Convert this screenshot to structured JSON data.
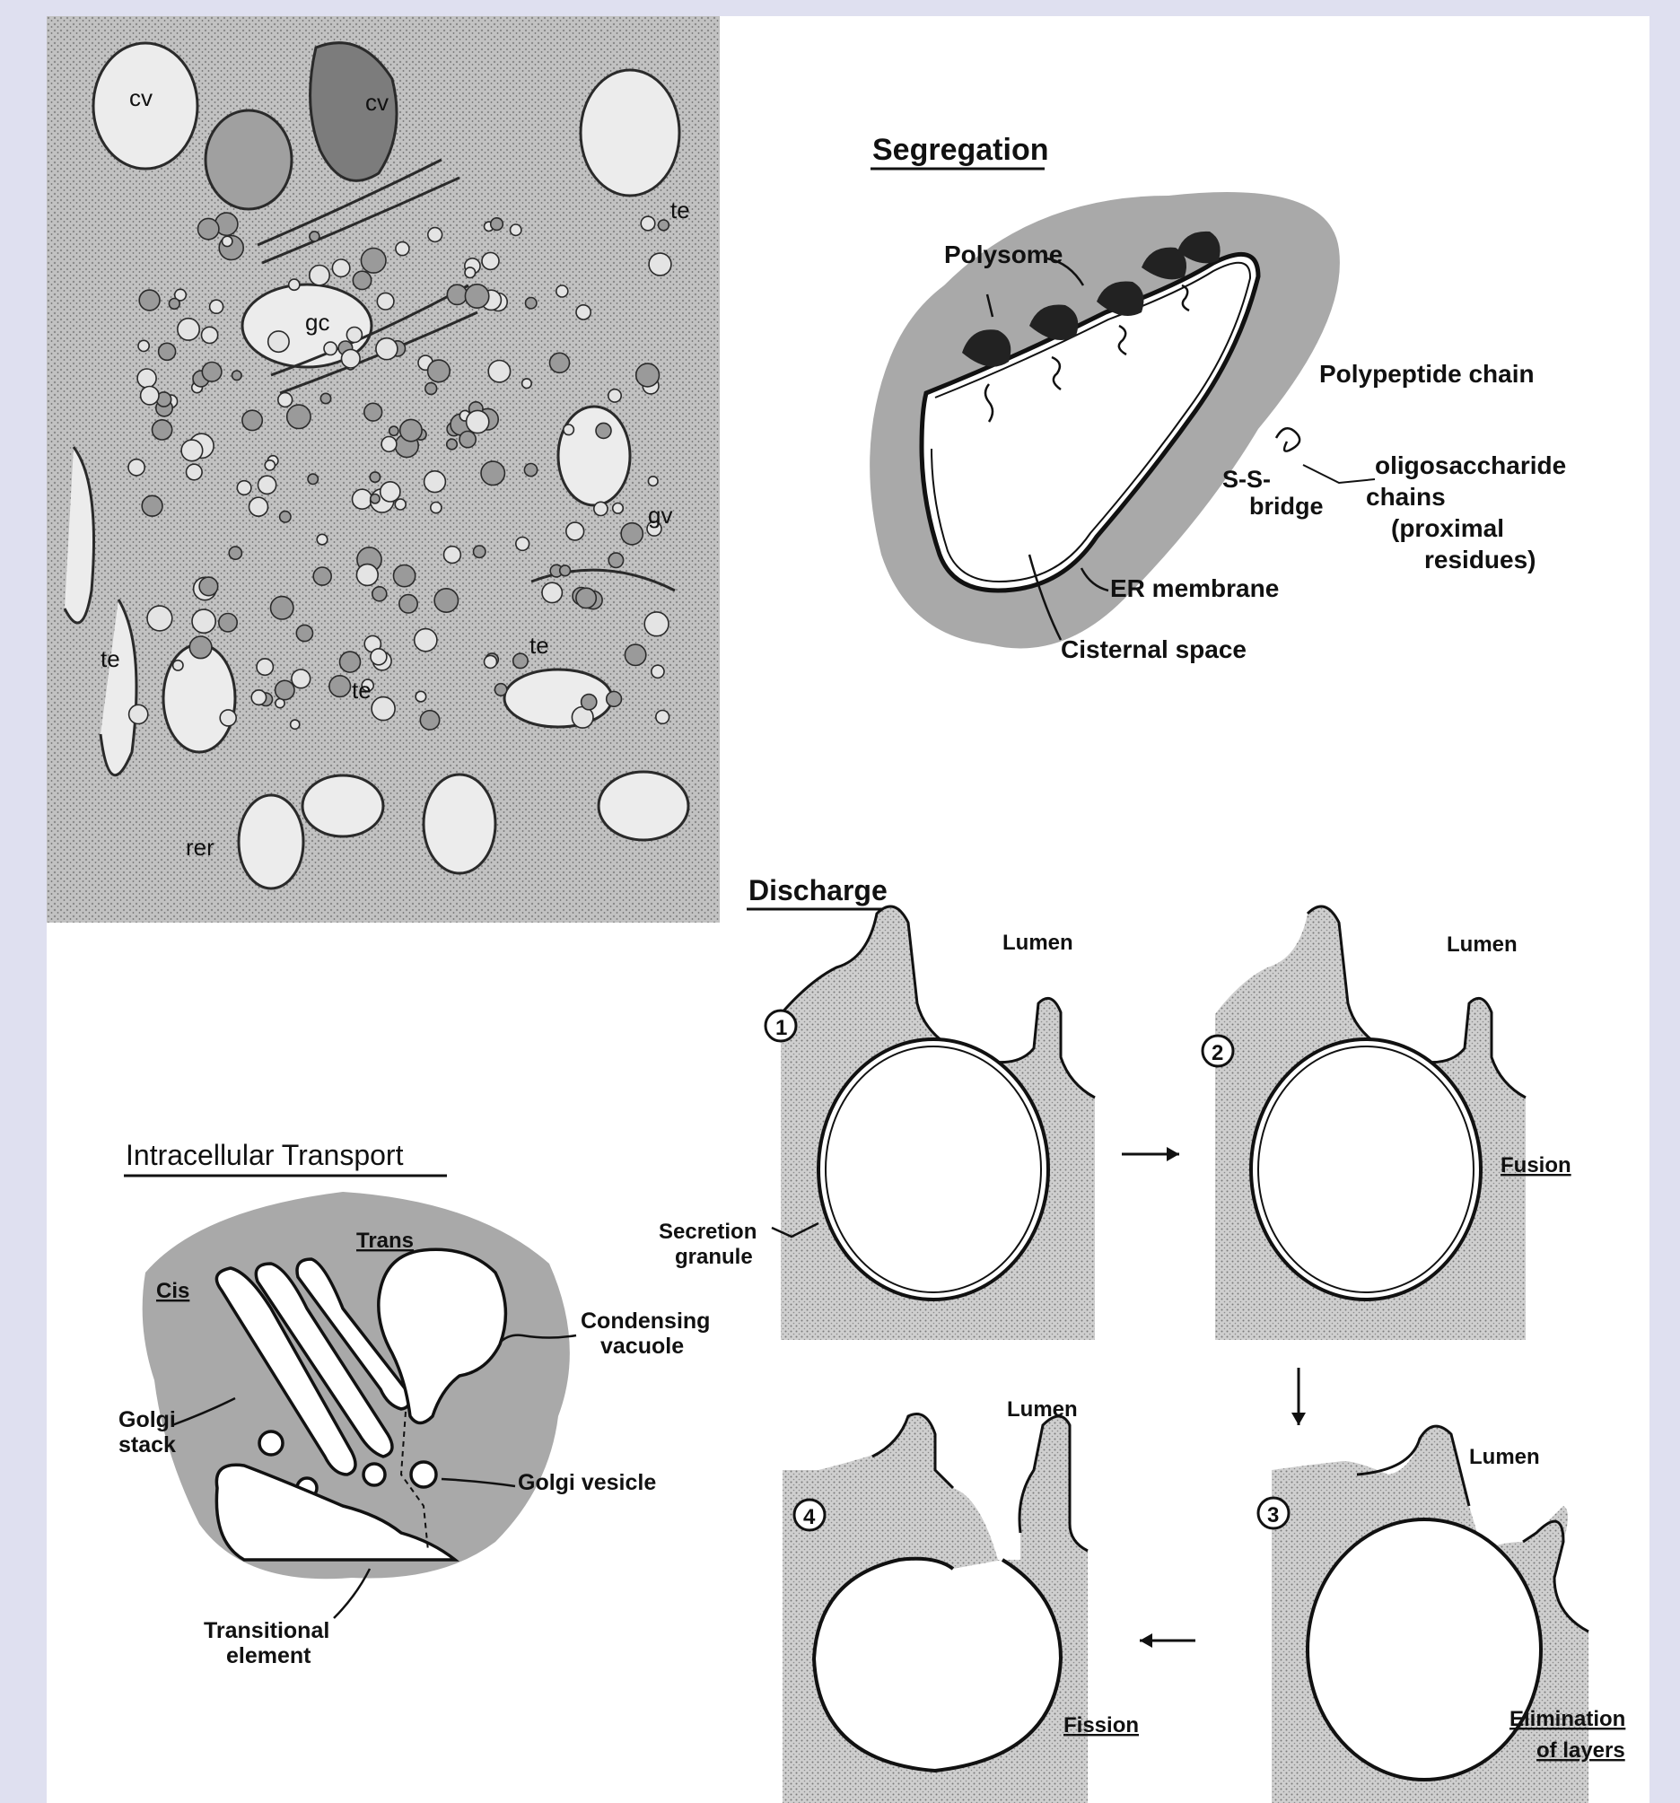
{
  "colors": {
    "background": "#dfe0f0",
    "cytoplasm": "#a9a9a9",
    "stipple": "#bdbdbd",
    "line": "#111111"
  },
  "micrograph": {
    "labels": {
      "cv1": "cv",
      "cv2": "cv",
      "gc": "gc",
      "te_top": "te",
      "gv": "gv",
      "te_left": "te",
      "te_mid": "te",
      "te_mid2": "te",
      "rer": "rer"
    }
  },
  "segregation": {
    "title": "Segregation",
    "polysome": "Polysome",
    "polypeptide": "Polypeptide chain",
    "ss1": "S-S-",
    "ss2": "bridge",
    "oligo1": "oligosaccharide",
    "oligo2": "chains",
    "oligo3": "(proximal",
    "oligo4": "residues)",
    "er": "ER membrane",
    "cisternal": "Cisternal space"
  },
  "transport": {
    "title": "Intracellular Transport",
    "trans": "Trans",
    "cis": "Cis",
    "condensing1": "Condensing",
    "condensing2": "vacuole",
    "golgi1": "Golgi",
    "golgi2": "stack",
    "vesicle": "Golgi vesicle",
    "transitional1": "Transitional",
    "transitional2": "element"
  },
  "discharge": {
    "title": "Discharge",
    "lumen": "Lumen",
    "step1": "1",
    "step2": "2",
    "step3": "3",
    "step4": "4",
    "secretion1": "Secretion",
    "secretion2": "granule",
    "fusion": "Fusion",
    "fission": "Fission",
    "elimination1": "Elimination",
    "elimination2": "of layers"
  }
}
